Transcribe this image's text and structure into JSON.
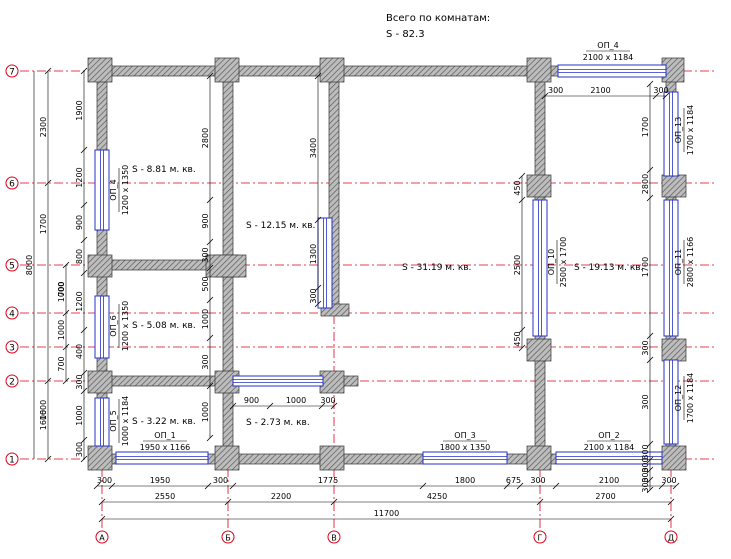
{
  "header": {
    "line1": "Всего по комнатам:",
    "line2": "S   -   82.3"
  },
  "colors": {
    "axis": "#e0001a",
    "wall_fill": "#bdbdbd",
    "hatch": "#5a5a5a",
    "window": "#2530c8",
    "ink": "#000000"
  },
  "axes_h": [
    "7",
    "6",
    "5",
    "4",
    "3",
    "2",
    "1"
  ],
  "axes_v": [
    "А",
    "Б",
    "В",
    "Г",
    "Д"
  ],
  "rooms": [
    {
      "name": "room-1",
      "label": "S   -   8.81 м. кв."
    },
    {
      "name": "room-2",
      "label": "S   -   12.15 м. кв."
    },
    {
      "name": "room-3",
      "label": "S   -   31.19 м. кв."
    },
    {
      "name": "room-4",
      "label": "S   -   19.13 м. кв."
    },
    {
      "name": "room-5",
      "label": "S   -   5.08 м. кв."
    },
    {
      "name": "room-6",
      "label": "S   -   3.22 м. кв."
    },
    {
      "name": "room-7",
      "label": "S   -   2.73 м. кв."
    }
  ],
  "openings": [
    {
      "name": "op-4",
      "label": "ОП_4",
      "size": "2100 х 1184"
    },
    {
      "name": "op-13",
      "label": "ОП_13",
      "size": "1700 х 1184"
    },
    {
      "name": "op-11",
      "label": "ОП_11",
      "size": "2800 х 1166"
    },
    {
      "name": "op-12",
      "label": "ОП_12",
      "size": "1700 х 1184"
    },
    {
      "name": "op-10",
      "label": "ОП_10",
      "size": "2500 х 1700"
    },
    {
      "name": "op-4w",
      "label": "ОП_4",
      "size": "1200 х 1350"
    },
    {
      "name": "op-6",
      "label": "ОП_6",
      "size": "1200 х 1350"
    },
    {
      "name": "op-5",
      "label": "ОП_5",
      "size": "1000 х 1184"
    },
    {
      "name": "op-1",
      "label": "ОП_1",
      "size": "1950 х 1166"
    },
    {
      "name": "op-3",
      "label": "ОП_3",
      "size": "1800 х 1350"
    },
    {
      "name": "op-2",
      "label": "ОП_2",
      "size": "2100 х 1184"
    }
  ],
  "dims": {
    "left_outer": [
      "1600",
      "2300",
      "1700",
      "8000"
    ],
    "left_mid": [
      "700",
      "1000",
      "700",
      "1000"
    ],
    "left_inner": [
      "1900",
      "1200",
      "900",
      "800",
      "1200",
      "400",
      "300",
      "1000",
      "300"
    ],
    "b_col": [
      "2800",
      "900",
      "300",
      "500",
      "1000",
      "300",
      "1000"
    ],
    "v_col": [
      "3400",
      "1300",
      "300"
    ],
    "right_col": [
      "1700",
      "2800",
      "1700",
      "300",
      "300",
      "300",
      "300",
      "300",
      "300"
    ],
    "g_col": [
      "450",
      "2500",
      "450"
    ],
    "top": [
      "2100",
      "300",
      "300"
    ],
    "mid_h": [
      "900",
      "1000",
      "300"
    ],
    "bottom1": [
      "300",
      "1950",
      "300",
      "1775",
      "1800",
      "675",
      "300",
      "2100",
      "300"
    ],
    "bottom2": [
      "2550",
      "2200",
      "4250",
      "2700"
    ],
    "total": "11700"
  }
}
